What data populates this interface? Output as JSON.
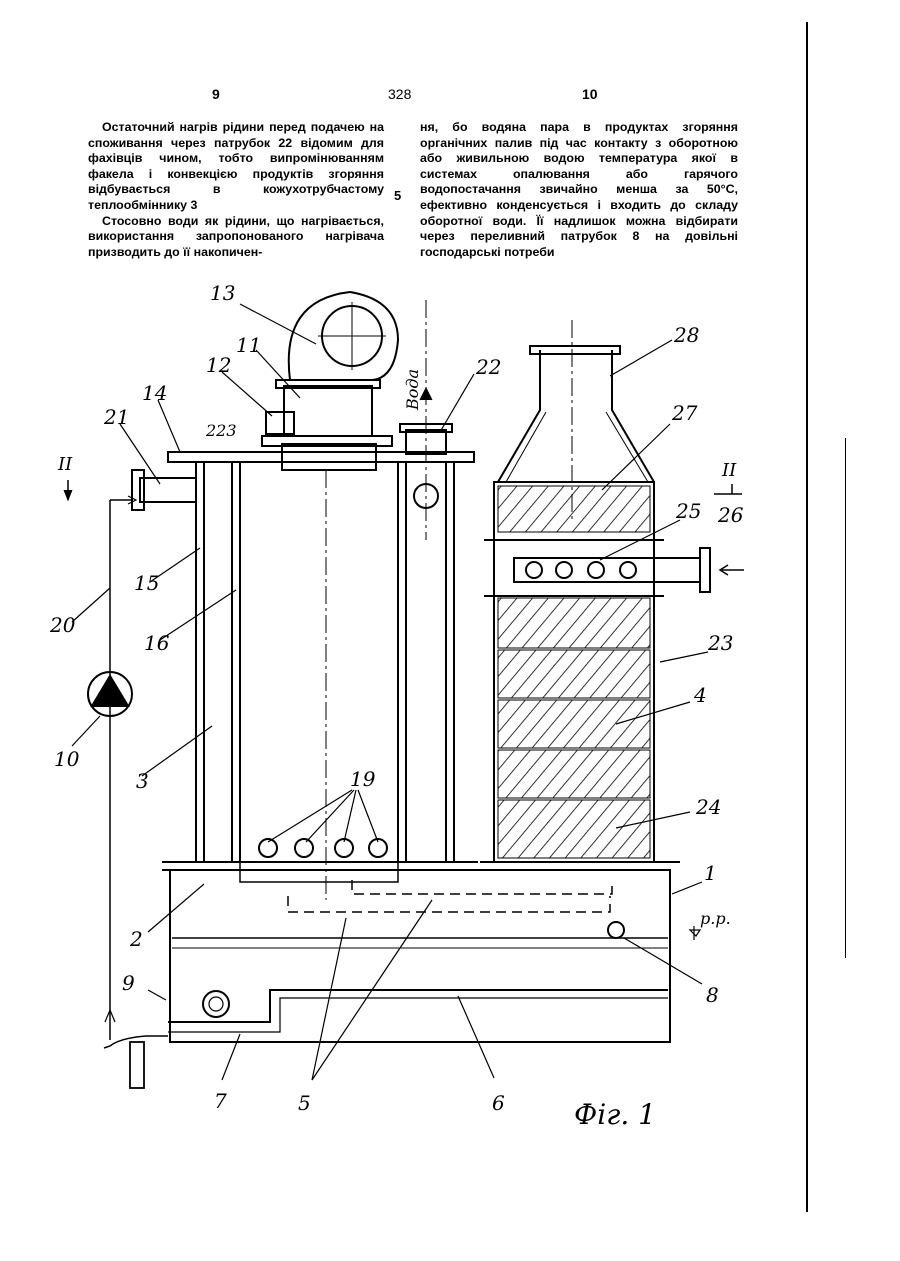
{
  "header": {
    "page_left": "9",
    "page_center": "328",
    "page_right": "10",
    "line_marker": "5"
  },
  "text": {
    "left_col": [
      "Остаточний нагрів рідини перед подачею на споживання через патрубок 22 відомим для фахівців чином, тобто випромінюванням факела і конвекцією продуктів згоряння відбувається в кожухотрубчастому теплообміннику 3",
      "Стосовно води як рідини, що нагрівається, використання запропонованого нагрівача призводить до її накопичен-"
    ],
    "right_col": [
      "ня, бо водяна пара в продуктах згоряння органічних палив під час контакту з оборотною або живильною водою температура якої в системах опалювання або гарячого водопостачання звичайно менша за 50°С, ефективно конденсується і входить до складу оборотної води. Її надлишок можна відбирати через переливний патрубок 8 на довільні господарські потреби"
    ]
  },
  "figure": {
    "caption": "Фіг. 1",
    "section_marks": [
      "II",
      "II"
    ],
    "labels": [
      "1",
      "2",
      "3",
      "4",
      "5",
      "6",
      "7",
      "8",
      "9",
      "10",
      "11",
      "12",
      "13",
      "14",
      "15",
      "16",
      "19",
      "20",
      "21",
      "22",
      "23",
      "24",
      "25",
      "26",
      "27",
      "28"
    ],
    "annotations": {
      "inlet_223": "223",
      "water_out": "Вода",
      "level": "р.р."
    }
  }
}
